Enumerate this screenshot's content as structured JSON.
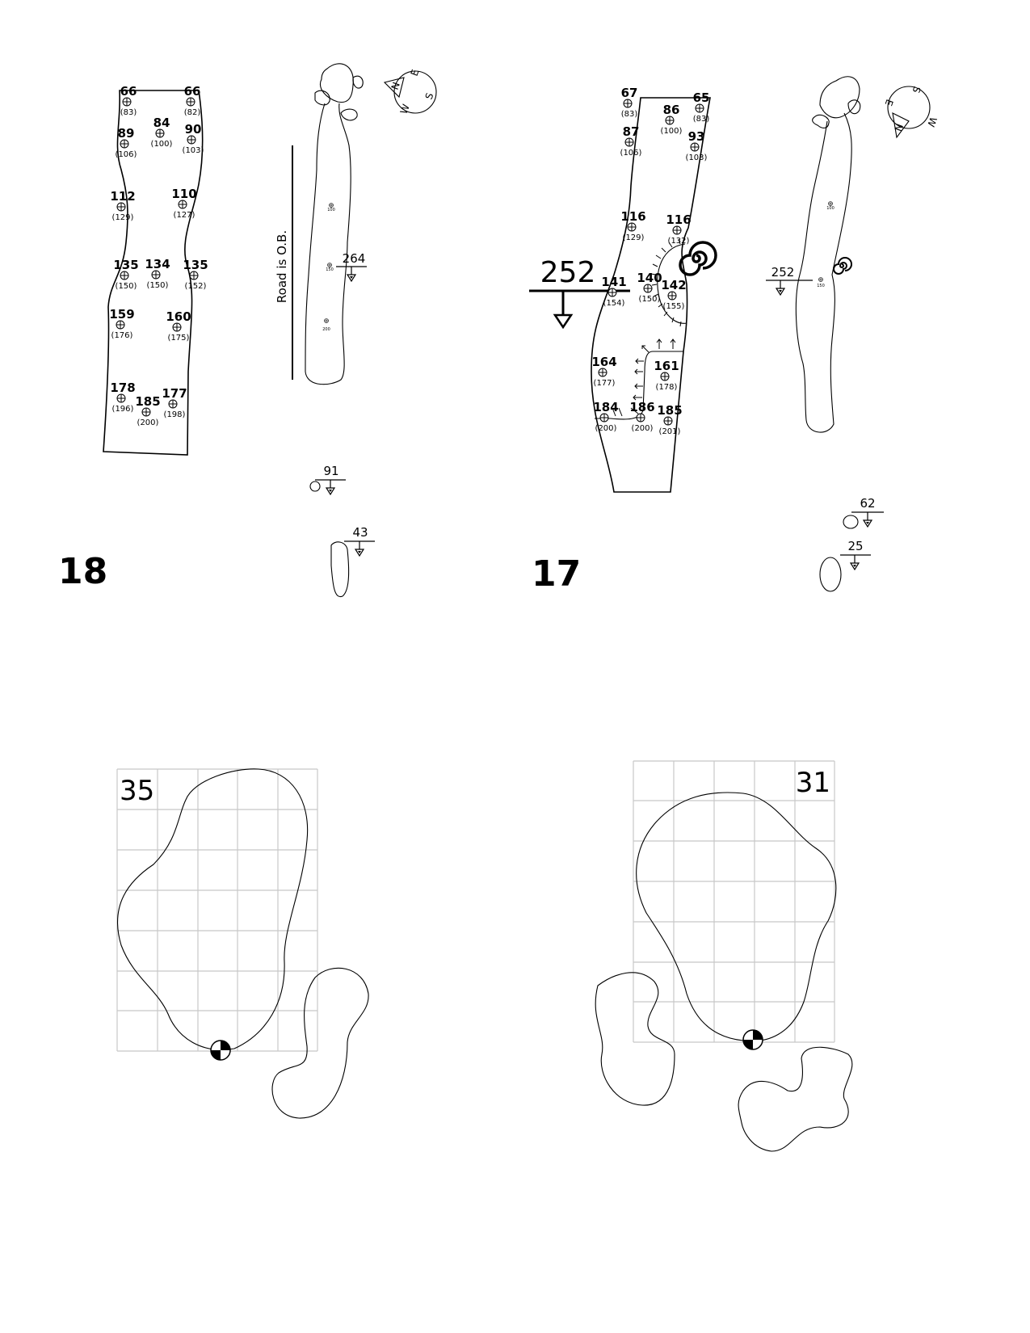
{
  "holes": [
    {
      "number": "18",
      "note": "Road is O.B.",
      "carry": "264",
      "hazard_carries": [
        "91",
        "43"
      ],
      "mini_markers": [
        "100",
        "150",
        "200"
      ],
      "compass": [
        "W",
        "N",
        "E",
        "S"
      ],
      "green_depth": "35",
      "markers": [
        {
          "front": "66",
          "back": "(83)"
        },
        {
          "front": "66",
          "back": "(82)"
        },
        {
          "front": "84",
          "back": "(100)"
        },
        {
          "front": "89",
          "back": "(106)"
        },
        {
          "front": "90",
          "back": "(103)"
        },
        {
          "front": "112",
          "back": "(129)"
        },
        {
          "front": "110",
          "back": "(127)"
        },
        {
          "front": "135",
          "back": "(150)"
        },
        {
          "front": "134",
          "back": "(150)"
        },
        {
          "front": "135",
          "back": "(152)"
        },
        {
          "front": "159",
          "back": "(176)"
        },
        {
          "front": "160",
          "back": "(175)"
        },
        {
          "front": "178",
          "back": "(196)"
        },
        {
          "front": "185",
          "back": "(200)"
        },
        {
          "front": "177",
          "back": "(198)"
        }
      ]
    },
    {
      "number": "17",
      "carry": "252",
      "hazard_carries": [
        "62",
        "25"
      ],
      "mini_markers": [
        "100",
        "150"
      ],
      "compass": [
        "E",
        "S",
        "N",
        "W"
      ],
      "green_depth": "31",
      "markers": [
        {
          "front": "67",
          "back": "(83)"
        },
        {
          "front": "86",
          "back": "(100)"
        },
        {
          "front": "65",
          "back": "(83)"
        },
        {
          "front": "87",
          "back": "(106)"
        },
        {
          "front": "93",
          "back": "(103)"
        },
        {
          "front": "116",
          "back": "(129)"
        },
        {
          "front": "116",
          "back": "(132)"
        },
        {
          "front": "141",
          "back": "(154)"
        },
        {
          "front": "140",
          "back": "(150)"
        },
        {
          "front": "142",
          "back": "(155)"
        },
        {
          "front": "164",
          "back": "(177)"
        },
        {
          "front": "161",
          "back": "(178)"
        },
        {
          "front": "184",
          "back": "(200)"
        },
        {
          "front": "186",
          "back": "(200)"
        },
        {
          "front": "185",
          "back": "(201)"
        }
      ]
    }
  ]
}
